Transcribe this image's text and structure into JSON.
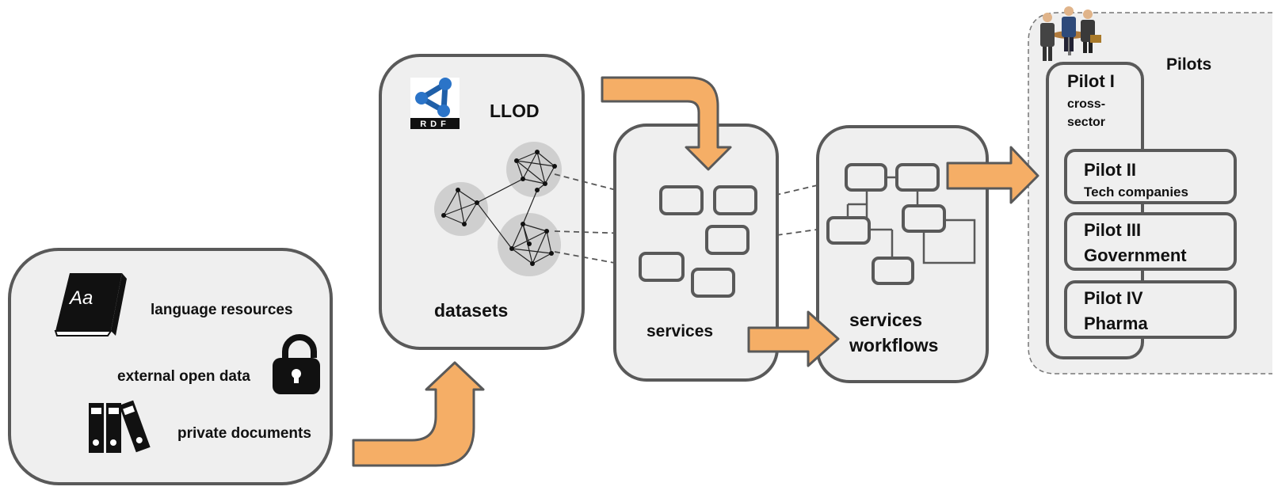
{
  "sources": {
    "language_resources": "language resources",
    "external_open_data": "external open data",
    "private_documents": "private documents",
    "book_glyph": "Aa",
    "icons": [
      "book-icon",
      "open-lock-icon",
      "binders-icon"
    ]
  },
  "llod": {
    "title": "LLOD",
    "subtitle": "datasets",
    "logo_text": "RDF",
    "logo_icon": "rdf-logo-icon"
  },
  "services": {
    "label": "services"
  },
  "workflows": {
    "label_line1": "services",
    "label_line2": "workflows"
  },
  "pilots": {
    "title": "Pilots",
    "people_icon": "people-meeting-icon",
    "items": [
      {
        "name": "Pilot I",
        "sector": "cross-\nsector"
      },
      {
        "name": "Pilot II",
        "sector": "Tech companies"
      },
      {
        "name": "Pilot III",
        "sector": "Government"
      },
      {
        "name": "Pilot IV",
        "sector": "Pharma"
      }
    ]
  },
  "colors": {
    "panel_fill": "#efefef",
    "panel_stroke": "#595959",
    "arrow_fill": "#f5ae66",
    "cluster_fill": "#cfcfcf"
  }
}
